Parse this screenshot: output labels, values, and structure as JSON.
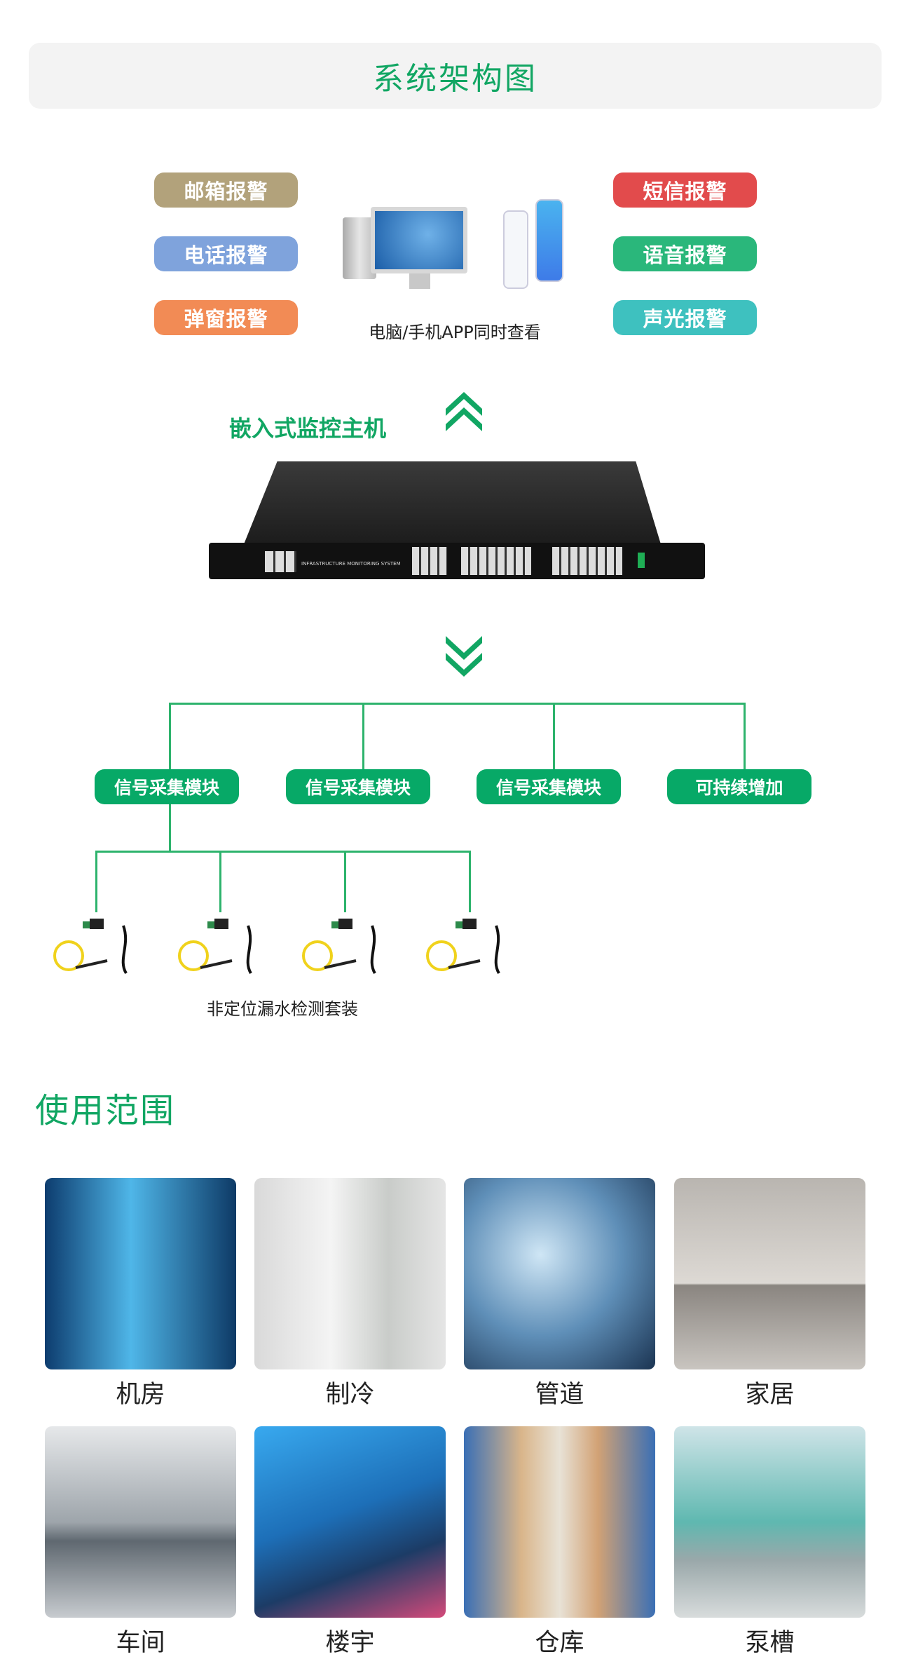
{
  "header": {
    "title": "系统架构图"
  },
  "alarms": {
    "left": [
      {
        "label": "邮箱报警",
        "color": "#b2a27b"
      },
      {
        "label": "电话报警",
        "color": "#7fa3dc"
      },
      {
        "label": "弹窗报警",
        "color": "#f28b55"
      }
    ],
    "right": [
      {
        "label": "短信报警",
        "color": "#e24b4c"
      },
      {
        "label": "语音报警",
        "color": "#2ab77b"
      },
      {
        "label": "声光报警",
        "color": "#3ec1bf"
      }
    ]
  },
  "devices_caption": "电脑/手机APP同时查看",
  "host": {
    "label": "嵌入式监控主机",
    "panel_text": "INFRASTRUCTURE MONITORING SYSTEM"
  },
  "modules": [
    "信号采集模块",
    "信号采集模块",
    "信号采集模块",
    "可持续增加"
  ],
  "sensor_caption": "非定位漏水检测套装",
  "usage": {
    "title": "使用范围",
    "items": [
      "机房",
      "制冷",
      "管道",
      "家居",
      "车间",
      "楼宇",
      "仓库",
      "泵槽"
    ]
  },
  "accent": "#07a967"
}
